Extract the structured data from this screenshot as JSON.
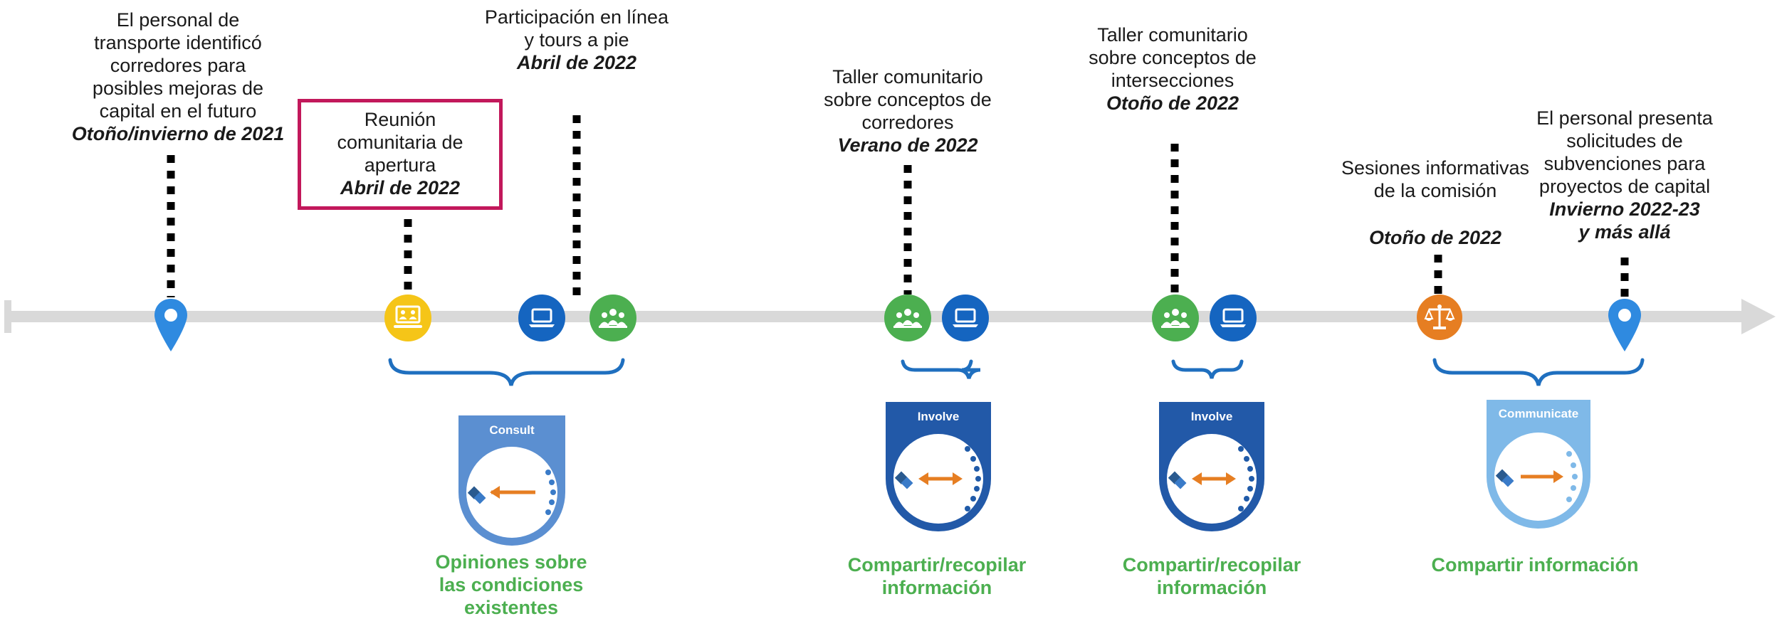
{
  "milestones": {
    "m1": {
      "lines": [
        "El personal de",
        "transporte identificó",
        "corredores para",
        "posibles mejoras de",
        "capital en el futuro"
      ],
      "date": "Otoño/invierno de 2021"
    },
    "m2": {
      "lines": [
        "Reunión",
        "comunitaria de",
        "apertura"
      ],
      "date": "Abril de 2022"
    },
    "m3": {
      "lines": [
        "Participación en línea",
        "y tours a pie"
      ],
      "date": "Abril de 2022"
    },
    "m4": {
      "lines": [
        "Taller comunitario",
        "sobre conceptos de",
        "corredores"
      ],
      "date": "Verano de 2022"
    },
    "m5": {
      "lines": [
        "Taller comunitario",
        "sobre conceptos de",
        "intersecciones"
      ],
      "date": "Otoño de 2022"
    },
    "m6": {
      "lines": [
        "Sesiones informativas",
        "de la comisión"
      ],
      "date": "Otoño de 2022"
    },
    "m7": {
      "lines": [
        "El personal presenta",
        "solicitudes de",
        "subvenciones para",
        "proyectos de capital"
      ],
      "date_lines": [
        "Invierno 2022-23",
        "y más allá"
      ]
    }
  },
  "badges": {
    "consult": {
      "label": "Consult",
      "caption": [
        "Opiniones sobre",
        "las condiciones",
        "existentes"
      ]
    },
    "involve1": {
      "label": "Involve",
      "caption": [
        "Compartir/recopilar",
        "información"
      ]
    },
    "involve2": {
      "label": "Involve",
      "caption": [
        "Compartir/recopilar",
        "información"
      ]
    },
    "communicate": {
      "label": "Communicate",
      "caption": [
        "Compartir información"
      ]
    }
  },
  "icons": {
    "pin": "map-pin-icon",
    "meeting": "presentation-icon",
    "laptop": "laptop-icon",
    "group": "group-icon",
    "scale": "scale-icon"
  },
  "colors": {
    "timeline": "#d9d9d9",
    "pin": "#2f8ae0",
    "yellow": "#f5c518",
    "blue": "#1565c0",
    "green": "#4caf50",
    "orange": "#e67e22",
    "brace": "#1f6fbf",
    "highlight": "#c2185b",
    "consult_badge": "#5b8fd1",
    "involve_badge": "#2259a8",
    "communicate_badge": "#7fb9e8"
  }
}
